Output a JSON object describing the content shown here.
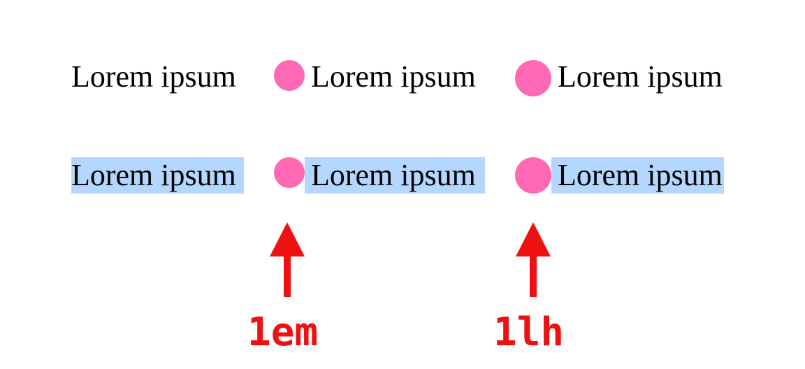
{
  "rows": [
    {
      "highlighted": false,
      "items": [
        {
          "marker": "none",
          "text": "Lorem ipsum"
        },
        {
          "marker": "dot-1em",
          "text": "Lorem ipsum"
        },
        {
          "marker": "dot-1lh",
          "text": "Lorem ipsum"
        }
      ]
    },
    {
      "highlighted": true,
      "items": [
        {
          "marker": "none",
          "text": "Lorem ipsum"
        },
        {
          "marker": "dot-1em",
          "text": "Lorem ipsum"
        },
        {
          "marker": "dot-1lh",
          "text": "Lorem ipsum"
        }
      ]
    }
  ],
  "annotations": [
    {
      "label": "1em",
      "points_to": "dot sized 1em"
    },
    {
      "label": "1lh",
      "points_to": "dot sized 1lh"
    }
  ],
  "colors": {
    "dot": "#ff69b4",
    "highlight": "#b3d7ff",
    "annotation": "#ee1111",
    "text": "#000000"
  }
}
